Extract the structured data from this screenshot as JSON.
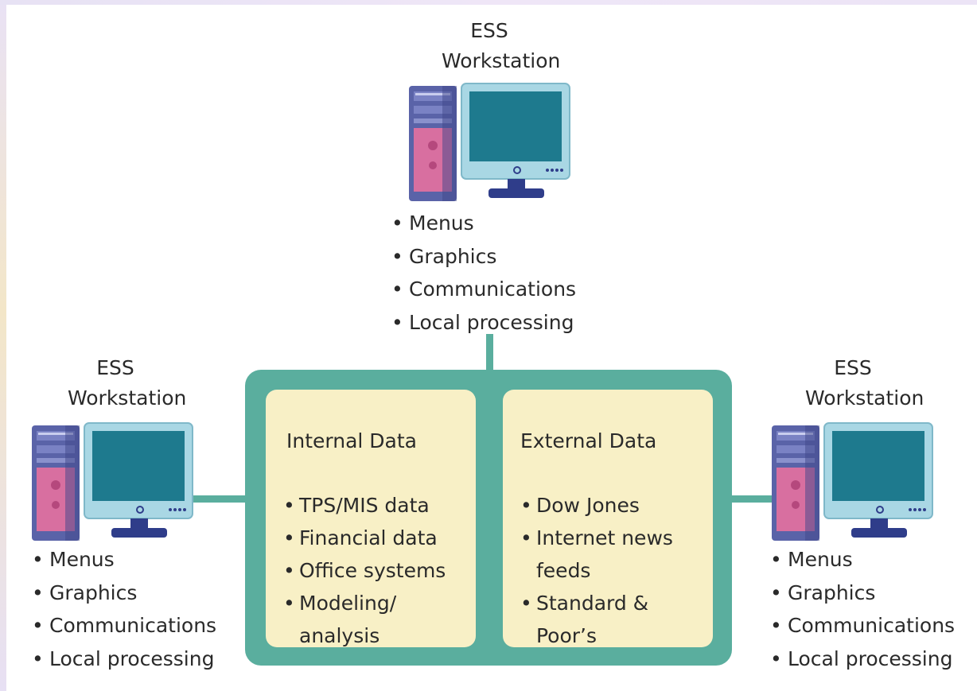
{
  "workstations": {
    "top": {
      "title_line1": "ESS",
      "title_line2": "Workstation",
      "features": [
        "Menus",
        "Graphics",
        "Communications",
        "Local processing"
      ]
    },
    "left": {
      "title_line1": "ESS",
      "title_line2": "Workstation",
      "features": [
        "Menus",
        "Graphics",
        "Communications",
        "Local processing"
      ]
    },
    "right": {
      "title_line1": "ESS",
      "title_line2": "Workstation",
      "features": [
        "Menus",
        "Graphics",
        "Communications",
        "Local processing"
      ]
    }
  },
  "hub": {
    "internal": {
      "title": "Internal Data",
      "items": [
        {
          "line1": "TPS/MIS data",
          "line2": ""
        },
        {
          "line1": "Financial data",
          "line2": ""
        },
        {
          "line1": "Office systems",
          "line2": ""
        },
        {
          "line1": "Modeling/",
          "line2": "analysis"
        }
      ]
    },
    "external": {
      "title": "External Data",
      "items": [
        {
          "line1": "Dow Jones",
          "line2": ""
        },
        {
          "line1": "Internet news",
          "line2": "feeds"
        },
        {
          "line1": "Standard &",
          "line2": "Poor’s"
        }
      ]
    }
  },
  "colors": {
    "hub": "#5aae9e",
    "panel": "#f8f0c6",
    "tower": "#5a63a8",
    "tower_accent": "#d86fa0",
    "monitor_frame": "#a9d7e4",
    "screen": "#1e7a8e",
    "stand": "#2f3d8a"
  },
  "icons": [
    "computer-tower-icon",
    "monitor-icon"
  ]
}
